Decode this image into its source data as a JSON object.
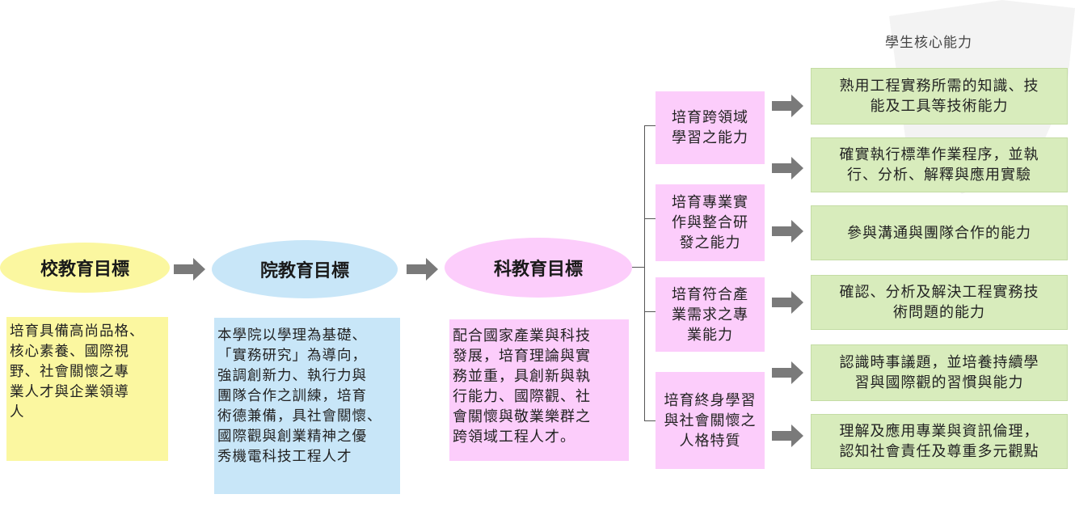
{
  "school": {
    "title": "校教育目標",
    "description": [
      "培育具備高尚品格、",
      "核心素養、國際視",
      "野、社會關懷之專",
      "業人才與企業領導",
      "人"
    ]
  },
  "college": {
    "title": "院教育目標",
    "description": [
      "本學院以學理為基礎、",
      "「實務研究」為導向，",
      "強調創新力、執行力與",
      "團隊合作之訓練，培育",
      "術德兼備，具社會關懷、",
      "國際觀與創業精神之優",
      "秀機電科技工程人才"
    ]
  },
  "department": {
    "title": "科教育目標",
    "description": [
      "配合國家產業與科技",
      "發展，培育理論與實",
      "務並重，具創新與執",
      "行能力、國際觀、社",
      "會關懷與敬業樂群之",
      "跨領域工程人才。"
    ]
  },
  "goals": [
    [
      "培育跨領域",
      "學習之能力"
    ],
    [
      "培育專業實",
      "作與整合研",
      "發之能力"
    ],
    [
      "培育符合產",
      "業需求之專",
      "業能力"
    ],
    [
      "培育終身學習",
      "與社會關懷之",
      "人格特質"
    ]
  ],
  "competencies_title": "學生核心能力",
  "competencies": [
    [
      "熟用工程實務所需的知識、技",
      "能及工具等技術能力"
    ],
    [
      "確實執行標準作業程序，並執",
      "行、分析、解釋與應用實驗"
    ],
    [
      "參與溝通與團隊合作的能力"
    ],
    [
      "確認、分析及解決工程實務技",
      "術問題的能力"
    ],
    [
      "認識時事議題，並培養持續學",
      "習與國際觀的習慣與能力"
    ],
    [
      "理解及應用專業與資訊倫理，",
      "認知社會責任及尊重多元觀點"
    ]
  ],
  "colors": {
    "school": "#fbf7a0",
    "college": "#c8e6f8",
    "department": "#fccdfb",
    "goal": "#fccdfb",
    "competency": "#d8ecbc",
    "arrow": "#7a7a7a"
  }
}
